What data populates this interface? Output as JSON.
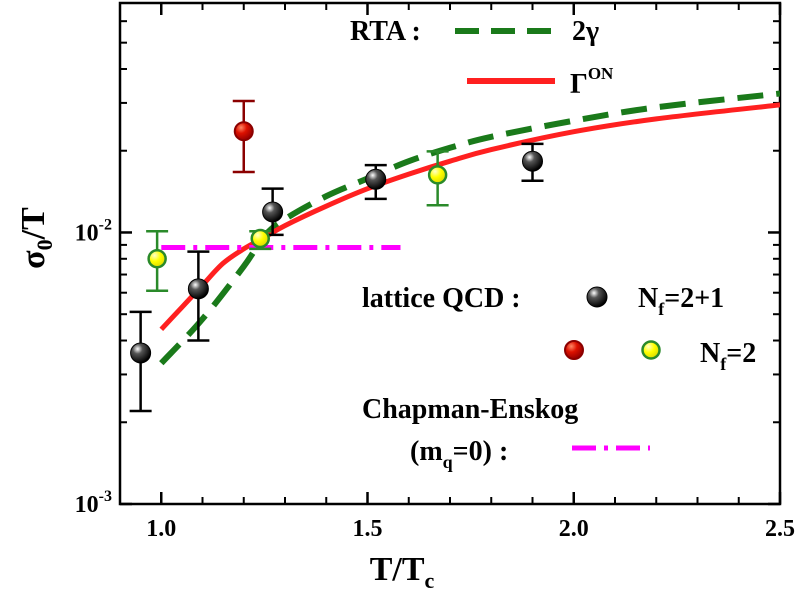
{
  "chart_data": {
    "type": "scatter",
    "xlabel": "T/T",
    "xlabel_sub": "c",
    "ylabel": "σ",
    "ylabel_sub": "0",
    "ylabel_tail": "/T",
    "xlim": [
      0.9,
      2.5
    ],
    "ylim": [
      0.001,
      0.07
    ],
    "y_scale": "log",
    "x_ticks": [
      {
        "value": 1.0,
        "label": "1.0"
      },
      {
        "value": 1.5,
        "label": "1.5"
      },
      {
        "value": 2.0,
        "label": "2.0"
      },
      {
        "value": 2.5,
        "label": "2.5"
      }
    ],
    "y_ticks": [
      {
        "value": 0.001,
        "base": "10",
        "exp": "-3"
      },
      {
        "value": 0.01,
        "base": "10",
        "exp": "-2"
      }
    ],
    "grid": false,
    "series": [
      {
        "name": "2γ",
        "kind": "line",
        "color": "#1a7a1a",
        "dash": "dashed",
        "x": [
          1.0,
          1.1,
          1.2,
          1.25,
          1.3,
          1.4,
          1.5,
          1.6,
          1.7,
          1.8,
          2.0,
          2.2,
          2.5
        ],
        "y": [
          0.0033,
          0.0048,
          0.0075,
          0.0097,
          0.0112,
          0.0136,
          0.0158,
          0.0183,
          0.0205,
          0.0225,
          0.0258,
          0.0289,
          0.0325
        ]
      },
      {
        "name": "Γ",
        "name_sup": "ON",
        "kind": "line",
        "color": "#ff2020",
        "dash": "solid",
        "x": [
          1.0,
          1.05,
          1.1,
          1.15,
          1.2,
          1.25,
          1.3,
          1.4,
          1.5,
          1.6,
          1.7,
          1.8,
          2.0,
          2.2,
          2.5
        ],
        "y": [
          0.0044,
          0.0053,
          0.0064,
          0.0077,
          0.0087,
          0.0096,
          0.0106,
          0.0125,
          0.0145,
          0.0164,
          0.0183,
          0.0202,
          0.0235,
          0.0262,
          0.0295
        ]
      },
      {
        "name": "Chapman-Enskog (m_q=0)",
        "kind": "line",
        "color": "#ff00ff",
        "dash": "dashdot",
        "x": [
          1.0,
          1.58
        ],
        "y": [
          0.0088,
          0.0088
        ]
      },
      {
        "name": "N_f=2+1",
        "kind": "points",
        "marker_color": "#111111",
        "errbar_color": "#000000",
        "points": [
          {
            "x": 0.95,
            "y": 0.0036,
            "lo": 0.0022,
            "hi": 0.0051
          },
          {
            "x": 1.09,
            "y": 0.0062,
            "lo": 0.004,
            "hi": 0.0085
          },
          {
            "x": 1.27,
            "y": 0.0119,
            "lo": 0.0098,
            "hi": 0.0145
          },
          {
            "x": 1.52,
            "y": 0.0157,
            "lo": 0.0133,
            "hi": 0.0177
          },
          {
            "x": 1.9,
            "y": 0.0183,
            "lo": 0.0155,
            "hi": 0.0212
          }
        ]
      },
      {
        "name": "N_f=2",
        "kind": "points",
        "marker_color": "#ffff00",
        "edge_color": "#2a8a2a",
        "errbar_color": "#2a8a2a",
        "points": [
          {
            "x": 0.99,
            "y": 0.008,
            "lo": 0.0061,
            "hi": 0.0101
          },
          {
            "x": 1.24,
            "y": 0.0095,
            "lo": 0.0087,
            "hi": 0.0101
          },
          {
            "x": 1.67,
            "y": 0.0163,
            "lo": 0.0126,
            "hi": 0.0199
          }
        ]
      },
      {
        "name": "N_f=2 (red)",
        "kind": "points",
        "marker_color": "#dd1100",
        "edge_color": "#8b0000",
        "errbar_color": "#8b0000",
        "points": [
          {
            "x": 1.2,
            "y": 0.0236,
            "lo": 0.0167,
            "hi": 0.0305
          }
        ]
      }
    ],
    "legend": {
      "rta_label": "RTA :",
      "twogamma_label": "2γ",
      "gamma_on_base": "Γ",
      "gamma_on_sup": "ON",
      "lattice_label": "lattice QCD :",
      "nf21_base": "N",
      "nf21_sub": "f",
      "nf21_tail": "=2+1",
      "nf2_base": "N",
      "nf2_sub": "f",
      "nf2_tail": "=2",
      "ce_label": "Chapman-Enskog",
      "mq_open": "(m",
      "mq_sub": "q",
      "mq_tail": "=0) :"
    }
  }
}
